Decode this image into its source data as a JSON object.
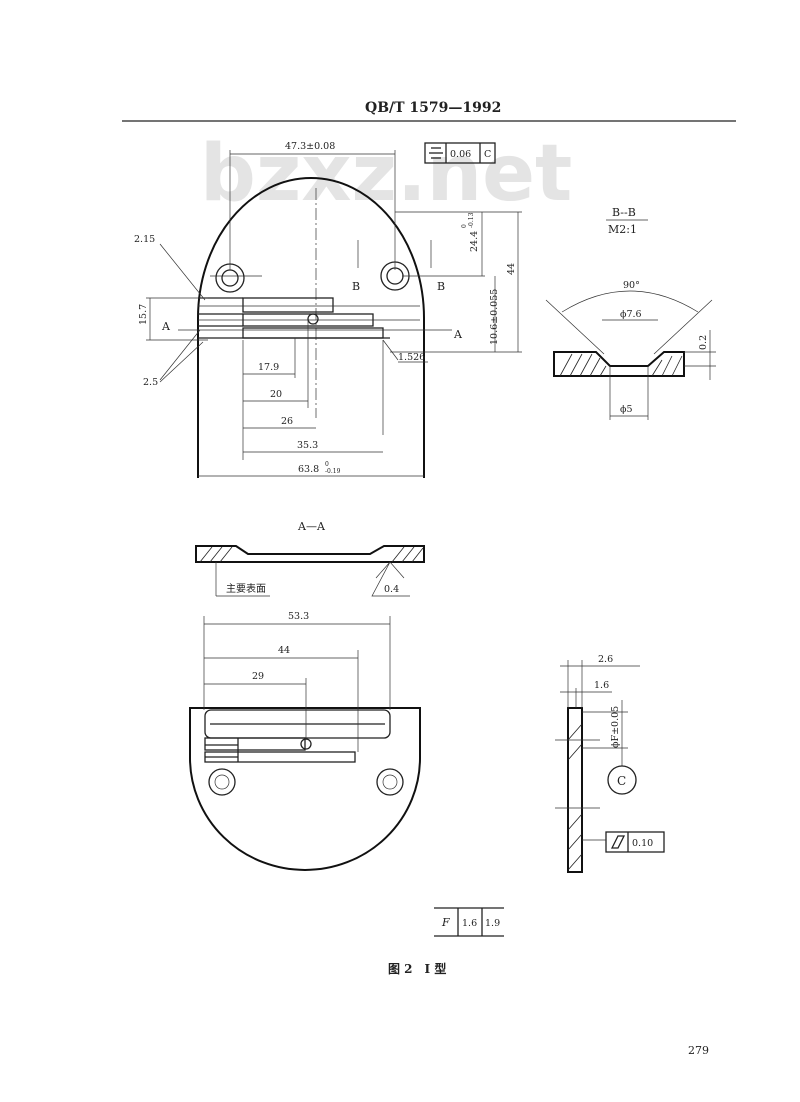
{
  "header": {
    "standard_number": "QB/T 1579—1992"
  },
  "watermark": "bzxz.net",
  "top_view": {
    "dims": {
      "d_47_3": "47.3±0.08",
      "d_2_15": "2.15",
      "d_15_7": "15.7",
      "d_2_5": "2.5",
      "d_17_9": "17.9",
      "d_20": "20",
      "d_26": "26",
      "d_35_3": "35.3",
      "d_63_8": "63.8",
      "d_63_8_tol": "0",
      "d_63_8_tol2": "-0.19",
      "d_24_4": "24.4",
      "d_24_4_tol": "0",
      "d_24_4_tol2": "-0.13",
      "d_44": "44",
      "d_10_6": "10.6±0.055",
      "d_1_526": "1.526"
    },
    "tolerance_frame": {
      "value": "0.06",
      "datum": "C"
    },
    "section_marks": {
      "a": "A",
      "b": "B"
    }
  },
  "section_bb": {
    "title": "B--B",
    "scale": "M2:1",
    "angle": "90°",
    "d_top": "ϕ7.6",
    "d_bottom": "ϕ5",
    "depth": "0.2"
  },
  "section_aa": {
    "title": "A—A",
    "surface_label": "主要表面",
    "roughness": "0.4"
  },
  "bottom_view": {
    "d_53_3": "53.3",
    "d_44": "44",
    "d_29": "29"
  },
  "side_view": {
    "d_2_6": "2.6",
    "d_1_6": "1.6",
    "d_F": "ϕF±0.05",
    "datum": "C",
    "flatness_value": "0.10"
  },
  "param_table": {
    "label": "F",
    "values": [
      "1.6",
      "1.9"
    ]
  },
  "caption": "图 2　I 型",
  "page_number": "279"
}
